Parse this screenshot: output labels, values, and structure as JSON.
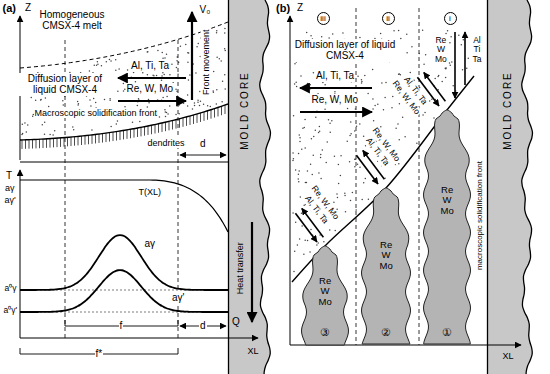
{
  "diagram": {
    "nodes": [
      {
        "text": [
          "MOLD CORE"
        ]
      },
      {
        "text": [
          "Re W Mo"
        ]
      },
      {
        "text": [
          "Re W Mo"
        ]
      },
      {
        "text": [
          "Re W Mo"
        ]
      },
      {
        "text": [
          "MOLD CORE"
        ]
      }
    ],
    "labels": [
      "(a)",
      "Z",
      "Homogeneous CMSX-4 melt",
      "V₀",
      "Front movement",
      "Diffusion layer of liquid CMSX-4",
      "Al, Ti, Ta",
      "Re, W, Mo",
      "Macroscopic solidification front",
      "dendrites",
      "d",
      "T",
      "aγ",
      "aγ'",
      "T(XL)",
      "aγ",
      "aγ'",
      "a⁰γ",
      "a⁰γ'",
      "Heat transfer",
      "Q",
      "f",
      "d",
      "f*",
      "XL",
      "(b)",
      "Z",
      "iii",
      "ii",
      "i",
      "Diffusion layer of liquid CMSX-4",
      "Al, Ti, Ta",
      "Re, W, Mo",
      "Re W Mo",
      "Al Ti Ta",
      "macroscopic solidification front",
      "Al, Ti, Ta",
      "Re, W, Mo",
      "Al, Ti, Ta",
      "Re, W, Mo",
      "Al, Ti, Ta",
      "Re, W, Mo",
      "③",
      "②",
      "①",
      "XL"
    ]
  }
}
